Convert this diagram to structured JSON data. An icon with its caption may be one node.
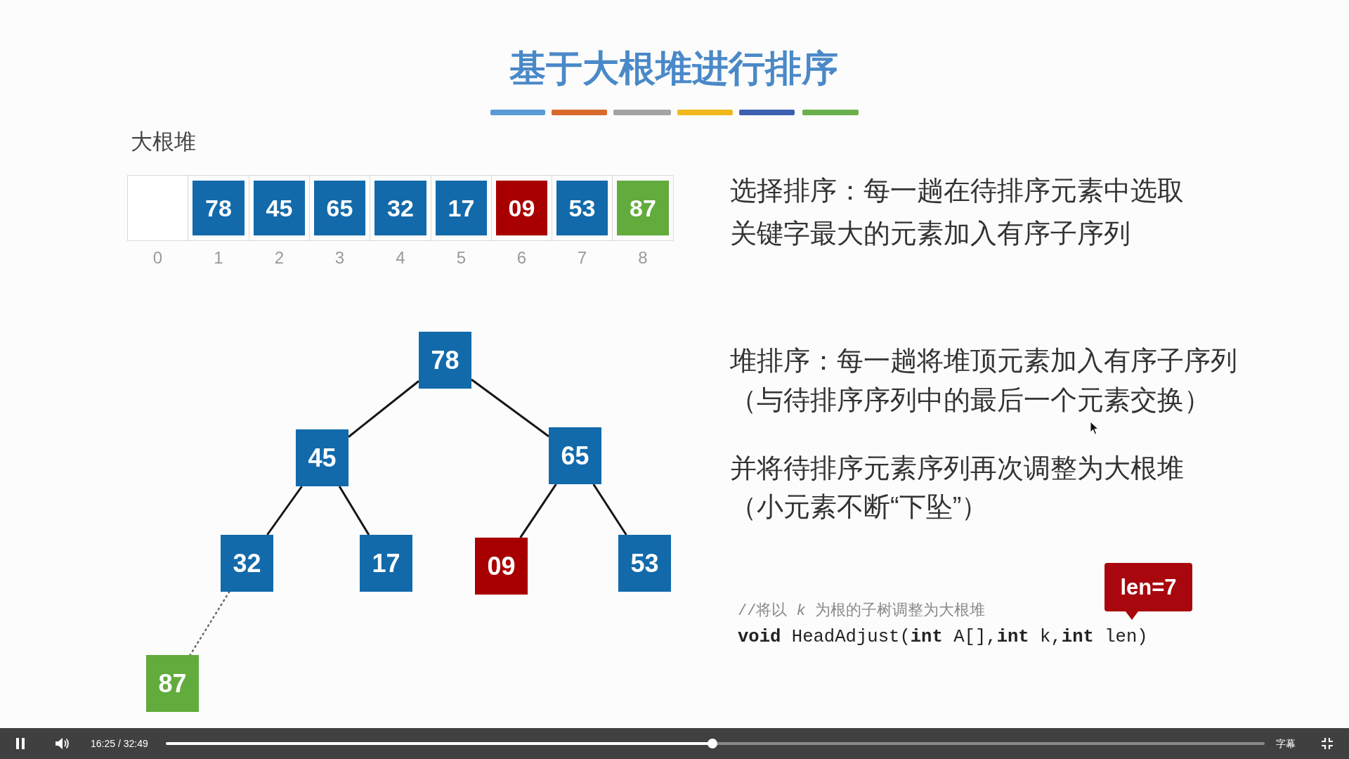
{
  "diagram": {
    "title": "基于大根堆进行排序",
    "nodes": [
      {
        "text": [],
        "shape": "box",
        "beside": [
          "0"
        ]
      },
      {
        "text": [
          "78"
        ],
        "beside": [
          "1"
        ]
      },
      {
        "text": [
          "45"
        ],
        "beside": [
          "2"
        ]
      },
      {
        "text": [
          "65"
        ],
        "beside": [
          "3"
        ]
      },
      {
        "text": [
          "32"
        ],
        "beside": [
          "4"
        ]
      },
      {
        "text": [
          "17"
        ],
        "beside": [
          "5"
        ]
      },
      {
        "text": [
          "09"
        ],
        "beside": [
          "6"
        ]
      },
      {
        "text": [
          "53"
        ],
        "beside": [
          "7"
        ]
      },
      {
        "text": [
          "87"
        ],
        "beside": [
          "8"
        ]
      },
      {
        "text": [
          "78"
        ]
      },
      {
        "text": [
          "45"
        ]
      },
      {
        "text": [
          "65"
        ]
      },
      {
        "text": [
          "32"
        ]
      },
      {
        "text": [
          "17"
        ]
      },
      {
        "text": [
          "09"
        ]
      },
      {
        "text": [
          "53"
        ]
      },
      {
        "text": [
          "87"
        ]
      },
      {
        "text": [
          "len=7"
        ]
      }
    ],
    "edges": [
      {
        "from": 9,
        "to": 10,
        "arrow": "none"
      },
      {
        "from": 9,
        "to": 11,
        "arrow": "none"
      },
      {
        "from": 10,
        "to": 12,
        "arrow": "none"
      },
      {
        "from": 10,
        "to": 13,
        "arrow": "none"
      },
      {
        "from": 11,
        "to": 14,
        "arrow": "none"
      },
      {
        "from": 11,
        "to": 15,
        "arrow": "none"
      },
      {
        "from": 12,
        "to": 16,
        "arrow": "none",
        "style": "dashed",
        "color": "#666666"
      }
    ],
    "labels": [
      "大根堆",
      "选择排序：每一趟在待排序元素中选取关键字最大的元素加入有序子序列",
      "堆排序：每一趟将堆顶元素加入有序子序列",
      "（与待排序序列中的最后一个元素交换）",
      "并将待排序元素序列再次调整为大根堆",
      "（小元素不断“下坠”）",
      "//将以 *k* 为根的子树调整为大根堆",
      "**void** HeadAdjust(**int** A[],**int** k,**int** len)",
      "16:25 / 32:49",
      "字幕"
    ]
  }
}
